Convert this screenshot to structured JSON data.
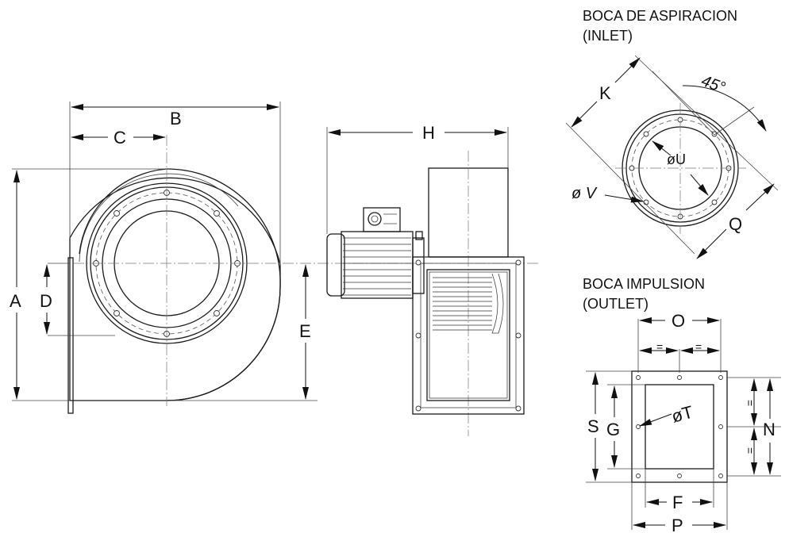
{
  "inlet": {
    "title_es": "BOCA DE ASPIRACION",
    "title_en": "(INLET)",
    "angle": "45°"
  },
  "outlet": {
    "title_es": "BOCA IMPULSION",
    "title_en": "(OUTLET)"
  },
  "equal_mark": "=",
  "dims": {
    "A": "A",
    "B": "B",
    "C": "C",
    "D": "D",
    "E": "E",
    "F": "F",
    "G": "G",
    "H": "H",
    "K": "K",
    "N": "N",
    "O": "O",
    "P": "P",
    "Q": "Q",
    "S": "S",
    "T": "øT",
    "U": "øU",
    "V": "ø V"
  }
}
